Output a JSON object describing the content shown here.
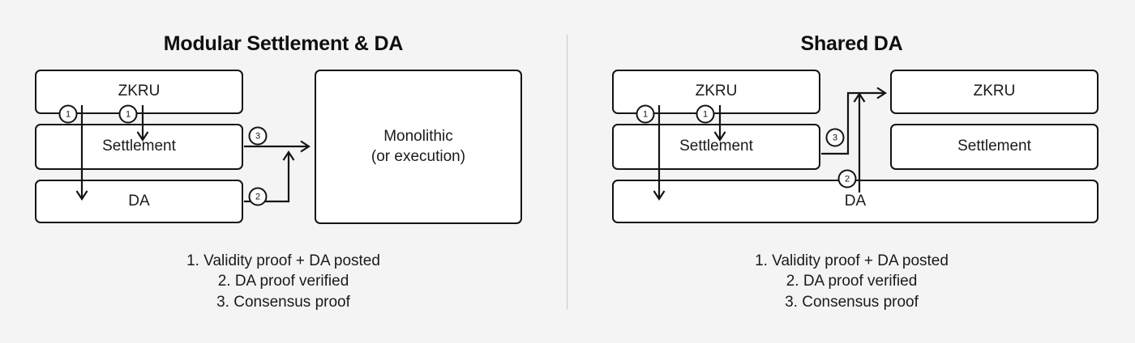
{
  "background_color": "#f4f4f4",
  "box_border_color": "#141414",
  "box_fill_color": "#ffffff",
  "divider_color": "#c9c9c9",
  "panels": {
    "left": {
      "title": "Modular Settlement & DA",
      "boxes": {
        "zkru": "ZKRU",
        "settlement": "Settlement",
        "da": "DA",
        "monolithic_line1": "Monolithic",
        "monolithic_line2": "(or execution)"
      },
      "markers": {
        "one_a": "1",
        "one_b": "1",
        "two": "2",
        "three": "3"
      },
      "legend": [
        "1. Validity proof + DA posted",
        "2. DA proof verified",
        "3. Consensus proof"
      ]
    },
    "right": {
      "title": "Shared DA",
      "boxes": {
        "zkru_left": "ZKRU",
        "settlement_left": "Settlement",
        "zkru_right": "ZKRU",
        "settlement_right": "Settlement",
        "da": "DA"
      },
      "markers": {
        "one_a": "1",
        "one_b": "1",
        "two": "2",
        "three": "3"
      },
      "legend": [
        "1. Validity proof + DA posted",
        "2. DA proof verified",
        "3. Consensus proof"
      ]
    }
  }
}
